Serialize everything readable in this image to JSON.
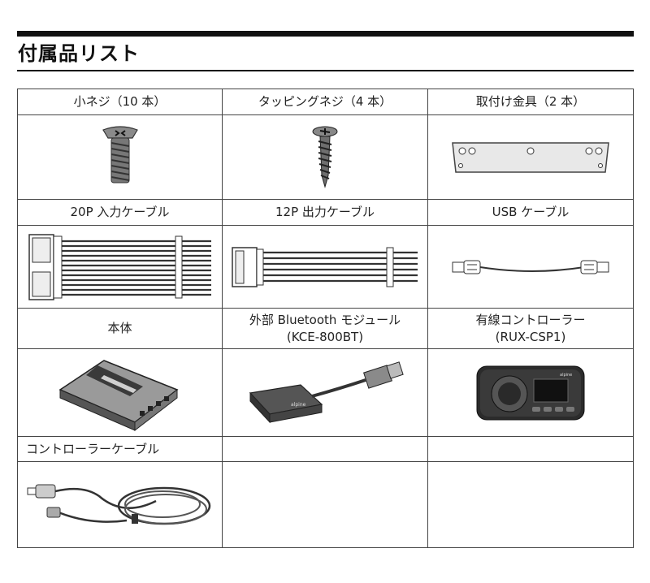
{
  "title": "付属品リスト",
  "items": [
    {
      "label": "小ネジ（10 本）",
      "icon": "small-screw"
    },
    {
      "label": "タッピングネジ（4 本）",
      "icon": "tapping-screw"
    },
    {
      "label": "取付け金具（2 本）",
      "icon": "mounting-bracket"
    },
    {
      "label": "20P 入力ケーブル",
      "icon": "input-cable-20p"
    },
    {
      "label": "12P 出力ケーブル",
      "icon": "output-cable-12p"
    },
    {
      "label": "USB ケーブル",
      "icon": "usb-cable"
    },
    {
      "label": "本体",
      "icon": "main-unit"
    },
    {
      "label": "外部 Bluetooth モジュール",
      "sub": "(KCE-800BT)",
      "icon": "bluetooth-module"
    },
    {
      "label": "有線コントローラー",
      "sub": "(RUX-CSP1)",
      "icon": "wired-controller"
    },
    {
      "label": "コントローラーケーブル",
      "icon": "controller-cable"
    }
  ]
}
